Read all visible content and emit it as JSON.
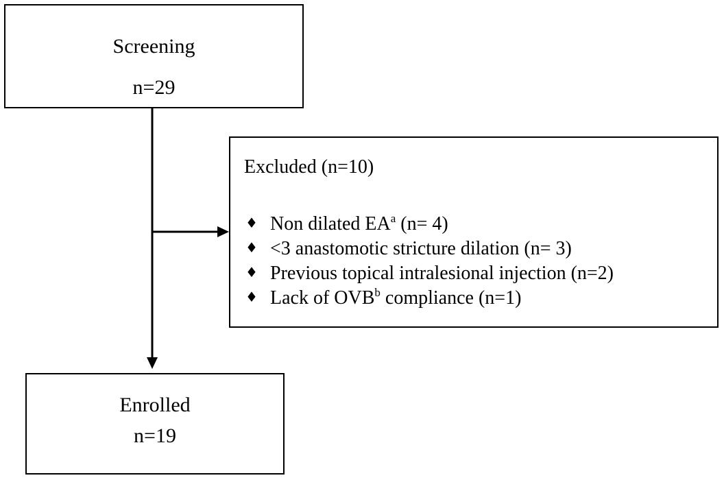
{
  "screening": {
    "label": "Screening",
    "count": "n=29"
  },
  "excluded": {
    "title": "Excluded (n=10)",
    "bullet_symbol": "♦",
    "items": [
      {
        "pre": "Non dilated EA",
        "sup": "a",
        "post": " (n= 4)"
      },
      {
        "pre": "<3 anastomotic stricture dilation (n= 3)",
        "sup": "",
        "post": ""
      },
      {
        "pre": "Previous topical intralesional injection (n=2)",
        "sup": "",
        "post": ""
      },
      {
        "pre": "Lack of OVB",
        "sup": "b",
        "post": " compliance (n=1)"
      }
    ]
  },
  "enrolled": {
    "label": "Enrolled",
    "count": "n=19"
  }
}
